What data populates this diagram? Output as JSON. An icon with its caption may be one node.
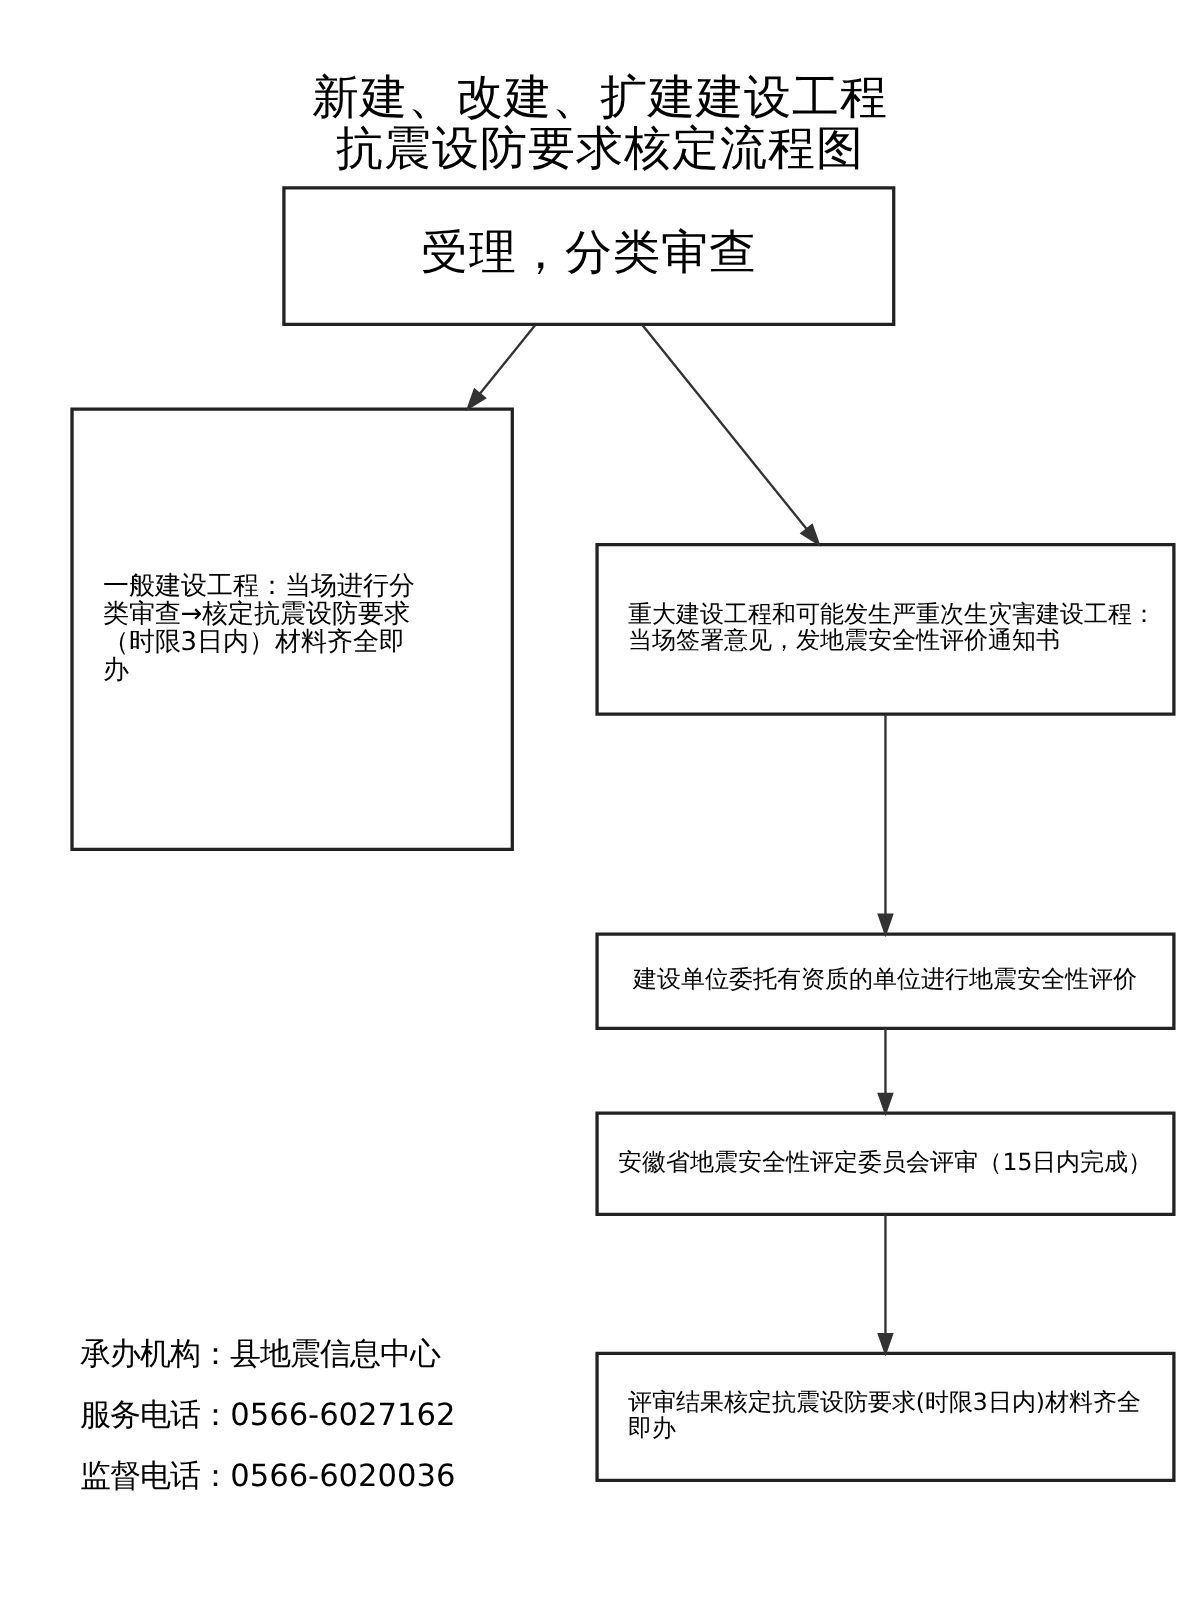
{
  "diagram": {
    "title": "新建、改建、扩建建设工程抗震设防要求核定流程图",
    "nodes": [
      {
        "text": [
          "受理，分类审查"
        ]
      },
      {
        "text": [
          "一般建设工程：当场进行分类审查→核定抗震设防要求（时限3日内）材料齐全即办"
        ]
      },
      {
        "text": [
          "重大建设工程和可能发生严重次生灾害建设工程：当场签署意见，发地震安全性评价通知书"
        ]
      },
      {
        "text": [
          "建设单位委托有资质的单位进行地震安全性评价"
        ]
      },
      {
        "text": [
          "安徽省地震安全性评定委员会评审（15日内完成）"
        ]
      },
      {
        "text": [
          "评审结果核定抗震设防要求(时限3日内)材料齐全即办"
        ]
      }
    ],
    "edges": [
      {
        "from": 0,
        "to": 1,
        "arrow": "to"
      },
      {
        "from": 0,
        "to": 2,
        "arrow": "to"
      },
      {
        "from": 2,
        "to": 3,
        "arrow": "to"
      },
      {
        "from": 3,
        "to": 4,
        "arrow": "to"
      },
      {
        "from": 4,
        "to": 5,
        "arrow": "to"
      }
    ],
    "labels": [
      "承办机构：县地震信息中心",
      "服务电话：0566-6027162",
      "监督电话：0566-6020036"
    ]
  }
}
